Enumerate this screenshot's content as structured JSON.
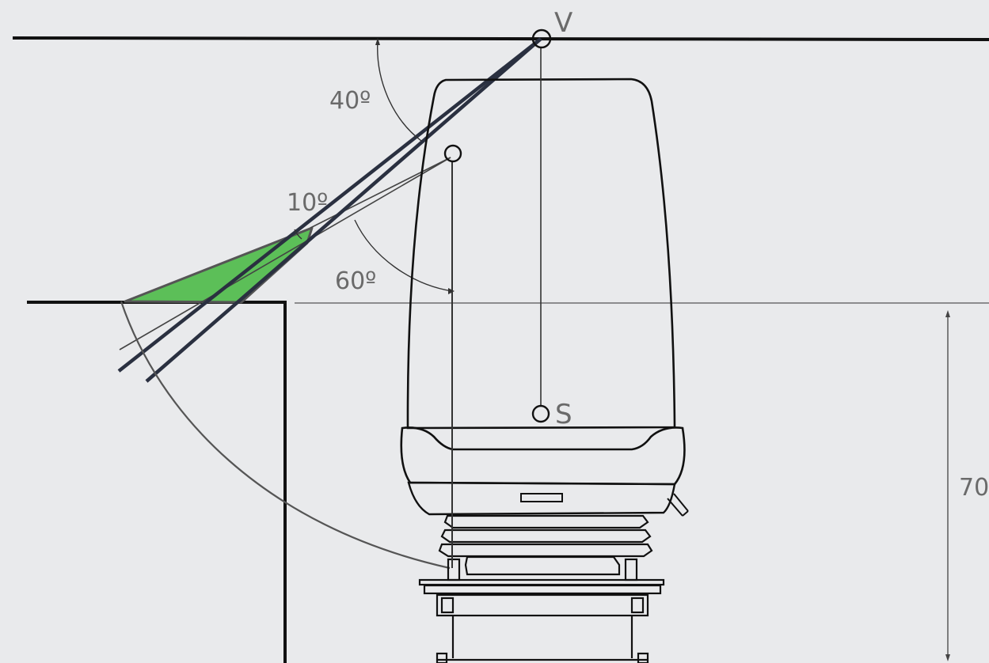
{
  "labels": {
    "point_v": "V",
    "point_s": "S",
    "angle_40": "40º",
    "angle_10": "10º",
    "angle_60": "60º",
    "dimension": "70"
  },
  "colors": {
    "background": "#e9eaec",
    "line": "#1a1a1a",
    "sight_line": "#2a3040",
    "wedge_fill": "#5cbf58",
    "label": "#6a6a6a"
  }
}
